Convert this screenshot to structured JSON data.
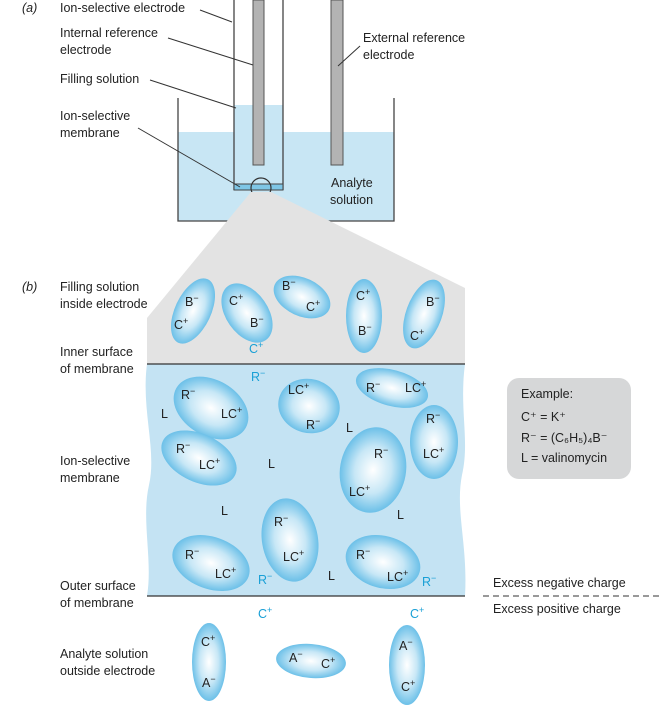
{
  "part_a": {
    "label": "(a)",
    "ion_selective_electrode": "Ion-selective electrode",
    "internal_reference": [
      "Internal reference",
      "electrode"
    ],
    "filling_solution": "Filling solution",
    "membrane": [
      "Ion-selective",
      "membrane"
    ],
    "external_reference": [
      "External reference",
      "electrode"
    ],
    "analyte": [
      "Analyte",
      "solution"
    ]
  },
  "part_b": {
    "label": "(b)",
    "filling_inside": [
      "Filling solution",
      "inside electrode"
    ],
    "inner_surface": [
      "Inner surface",
      "of membrane"
    ],
    "ion_selective_membrane": [
      "Ion-selective",
      "membrane"
    ],
    "outer_surface": [
      "Outer surface",
      "of membrane"
    ],
    "analyte_outside": [
      "Analyte solution",
      "outside electrode"
    ],
    "excess_negative": "Excess negative charge",
    "excess_positive": "Excess positive charge"
  },
  "example": {
    "title": "Example:",
    "line1": "C⁺ = K⁺",
    "line2": "R⁻ = (C₆H₅)₄B⁻",
    "line3": "L = valinomycin"
  },
  "colors": {
    "solution": "#c8e6f4",
    "membrane": "#c4e3f3",
    "ion_blob": "#74c4e9",
    "cyan_text": "#1aa0d6",
    "cone": "#e3e3e3",
    "electrode": "#b3b3b3",
    "example_box": "#d6d7d8"
  }
}
